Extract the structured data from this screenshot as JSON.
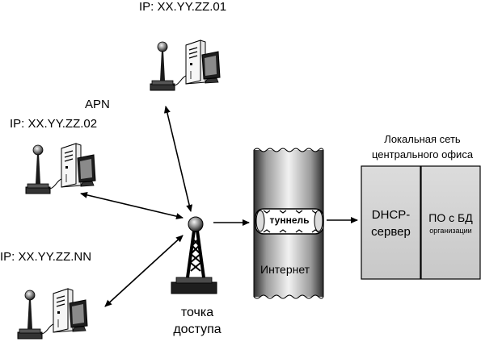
{
  "labels": {
    "ip_top": "IP: XX.YY.ZZ.01",
    "apn": "APN",
    "ip_middle": "IP: XX.YY.ZZ.02",
    "ip_bottom": "IP: XX.YY.ZZ.NN",
    "access_point_line1": "точка",
    "access_point_line2": "доступа",
    "tunnel": "туннель",
    "internet": "Интернет",
    "office_network_line1": "Локальная сеть",
    "office_network_line2": "центрального офиса",
    "dhcp_line1": "DHCP-",
    "dhcp_line2": "сервер",
    "db_line1": "ПО с БД",
    "db_line2": "организации"
  },
  "icons": [
    "workstation-icon",
    "antenna-icon",
    "radio-tower-icon",
    "tunnel-pipe-icon",
    "server-rack-icon"
  ],
  "colors": {
    "server_fill": "#d4d4d4",
    "internet_band_dark": "#3a3a3a",
    "internet_band_light": "#f0f0f0",
    "line": "#000000"
  }
}
